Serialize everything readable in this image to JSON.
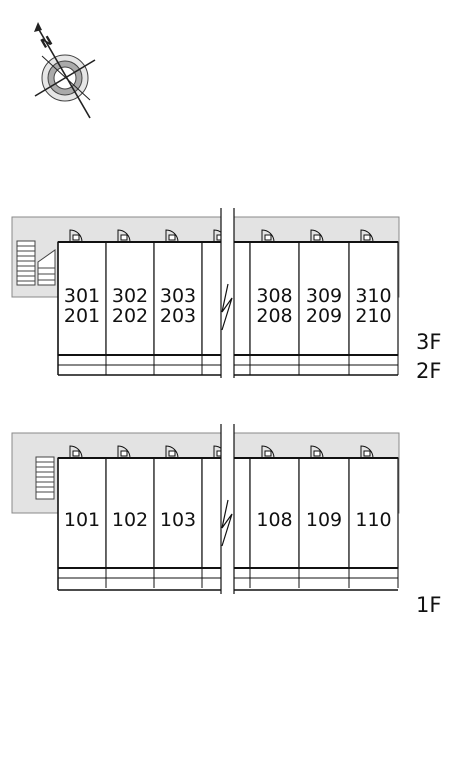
{
  "compass": {
    "icon": "compass-rose-icon",
    "north_label": "N"
  },
  "upper_block": {
    "floor_labels": [
      "3F",
      "2F"
    ],
    "units": [
      {
        "top": "301",
        "bottom": "201"
      },
      {
        "top": "302",
        "bottom": "202"
      },
      {
        "top": "303",
        "bottom": "203"
      },
      {
        "top": "",
        "bottom": ""
      },
      {
        "top": "308",
        "bottom": "208"
      },
      {
        "top": "309",
        "bottom": "209"
      },
      {
        "top": "310",
        "bottom": "210"
      }
    ]
  },
  "lower_block": {
    "floor_labels": [
      "1F"
    ],
    "units": [
      {
        "top": "101"
      },
      {
        "top": "102"
      },
      {
        "top": "103"
      },
      {
        "top": ""
      },
      {
        "top": "108"
      },
      {
        "top": "109"
      },
      {
        "top": "110"
      }
    ]
  },
  "colors": {
    "corridor": "#e3e3e3",
    "wall": "#111111",
    "background": "#ffffff"
  }
}
